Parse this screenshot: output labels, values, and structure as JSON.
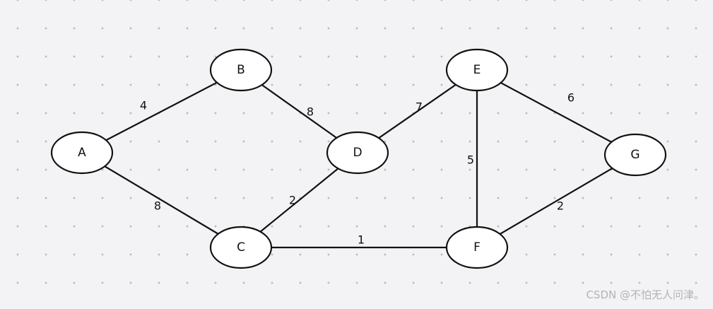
{
  "graph": {
    "nodes": [
      {
        "id": "A",
        "label": "A"
      },
      {
        "id": "B",
        "label": "B"
      },
      {
        "id": "C",
        "label": "C"
      },
      {
        "id": "D",
        "label": "D"
      },
      {
        "id": "E",
        "label": "E"
      },
      {
        "id": "F",
        "label": "F"
      },
      {
        "id": "G",
        "label": "G"
      }
    ],
    "edges": [
      {
        "from": "A",
        "to": "B",
        "weight": "4"
      },
      {
        "from": "A",
        "to": "C",
        "weight": "8"
      },
      {
        "from": "B",
        "to": "D",
        "weight": "8"
      },
      {
        "from": "C",
        "to": "D",
        "weight": "2"
      },
      {
        "from": "C",
        "to": "F",
        "weight": "1"
      },
      {
        "from": "D",
        "to": "E",
        "weight": "7"
      },
      {
        "from": "E",
        "to": "F",
        "weight": "5"
      },
      {
        "from": "E",
        "to": "G",
        "weight": "6"
      },
      {
        "from": "F",
        "to": "G",
        "weight": "2"
      }
    ]
  },
  "watermark": "CSDN @不怕无人问津。"
}
